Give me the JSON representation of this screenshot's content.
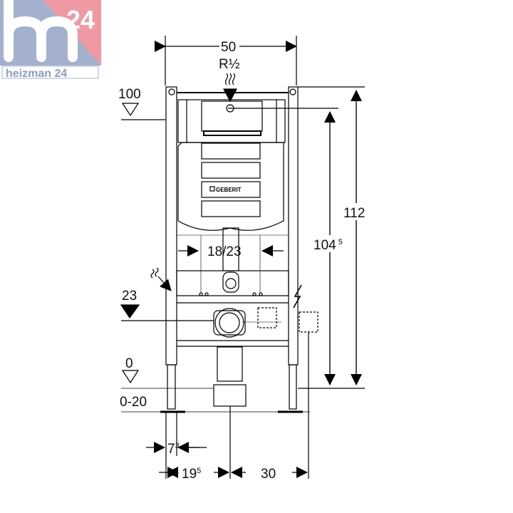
{
  "logo": {
    "mark": "hm",
    "number": "24",
    "text": "heizman 24",
    "colors": {
      "blue": "#a3b1cf",
      "pink": "#ef9aa3",
      "text_blue": "#8d9cc0",
      "text_red": "#ec6f7c"
    }
  },
  "drawing": {
    "width_dim": "50",
    "water_connection": "R½",
    "level_100": "100",
    "height_total": "112",
    "height_inner": "104",
    "height_inner_sup": "5",
    "flush_width": "18/23",
    "level_23": "23",
    "level_0": "0",
    "level_adjust": "0-20",
    "foot_dim": "7",
    "foot_dim_sup": "3",
    "offset_dim": "19",
    "offset_dim_sup": "5",
    "drain_dim": "30",
    "brand_plate": "GEBERIT"
  }
}
